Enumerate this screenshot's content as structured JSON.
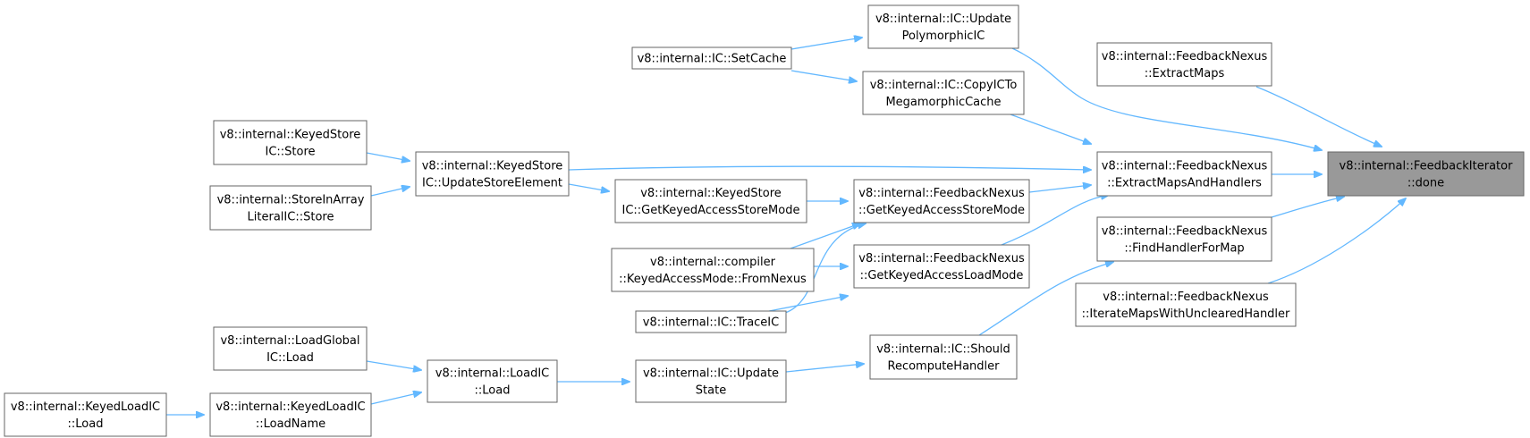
{
  "colors": {
    "edge": "#63b8ff",
    "node_border": "#666666",
    "root_fill": "#999999",
    "node_fill": "#ffffff"
  },
  "nodes": {
    "done": {
      "lines": [
        "v8::internal::FeedbackIterator",
        "::done"
      ],
      "root": true
    },
    "extract": {
      "lines": [
        "v8::internal::FeedbackNexus",
        "::ExtractMaps"
      ]
    },
    "emah": {
      "lines": [
        "v8::internal::FeedbackNexus",
        "::ExtractMapsAndHandlers"
      ]
    },
    "fhfm": {
      "lines": [
        "v8::internal::FeedbackNexus",
        "::FindHandlerForMap"
      ]
    },
    "imwuh": {
      "lines": [
        "v8::internal::FeedbackNexus",
        "::IterateMapsWithUnclearedHandler"
      ]
    },
    "upic": {
      "lines": [
        "v8::internal::IC::Update",
        "PolymorphicIC"
      ]
    },
    "copyic": {
      "lines": [
        "v8::internal::IC::CopyICTo",
        "MegamorphicCache"
      ]
    },
    "setcache": {
      "lines": [
        "v8::internal::IC::SetCache"
      ]
    },
    "kstore": {
      "lines": [
        "v8::internal::KeyedStore",
        "IC::Store"
      ]
    },
    "siarr": {
      "lines": [
        "v8::internal::StoreInArray",
        "LiteralIC::Store"
      ]
    },
    "kuse": {
      "lines": [
        "v8::internal::KeyedStore",
        "IC::UpdateStoreElement"
      ]
    },
    "kgkasm": {
      "lines": [
        "v8::internal::KeyedStore",
        "IC::GetKeyedAccessStoreMode"
      ]
    },
    "fngkasm": {
      "lines": [
        "v8::internal::FeedbackNexus",
        "::GetKeyedAccessStoreMode"
      ]
    },
    "fngkalm": {
      "lines": [
        "v8::internal::FeedbackNexus",
        "::GetKeyedAccessLoadMode"
      ]
    },
    "kamfn": {
      "lines": [
        "v8::internal::compiler",
        "::KeyedAccessMode::FromNexus"
      ]
    },
    "traceic": {
      "lines": [
        "v8::internal::IC::TraceIC"
      ]
    },
    "shouldrh": {
      "lines": [
        "v8::internal::IC::Should",
        "RecomputeHandler"
      ]
    },
    "ldglobal": {
      "lines": [
        "v8::internal::LoadGlobal",
        "IC::Load"
      ]
    },
    "loadic": {
      "lines": [
        "v8::internal::LoadIC",
        "::Load"
      ]
    },
    "updstate": {
      "lines": [
        "v8::internal::IC::Update",
        "State"
      ]
    },
    "kloadic": {
      "lines": [
        "v8::internal::KeyedLoadIC",
        "::Load"
      ]
    },
    "kloadname": {
      "lines": [
        "v8::internal::KeyedLoadIC",
        "::LoadName"
      ]
    }
  }
}
